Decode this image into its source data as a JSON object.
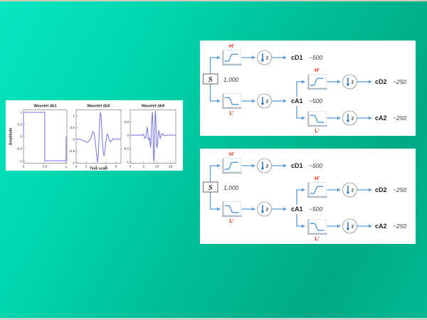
{
  "slide": {
    "background_from": "#07e6c1",
    "background_to": "#00aa85",
    "connector_color": "#5b9bd5",
    "filter_label_color": "#eb3323"
  },
  "figure": {
    "plots": [
      {
        "title": "Wavelet db1",
        "ylabel": "Amplitude",
        "xlabel": "",
        "xlim": [
          0,
          1.02
        ],
        "ylim": [
          -1.1,
          1.1
        ],
        "xticks": [
          0,
          0.5,
          1
        ],
        "xtick_labels": [
          "0",
          "0.5",
          "1"
        ],
        "yticks": [
          1,
          0.5,
          0,
          -0.5,
          -1
        ],
        "ytick_labels": [
          "1",
          "0.5",
          "0",
          "-0.5",
          "-1"
        ],
        "line_color": "#7d7de0",
        "points": [
          [
            0,
            0
          ],
          [
            0,
            1
          ],
          [
            0.5,
            1
          ],
          [
            0.5,
            -1
          ],
          [
            1,
            -1
          ],
          [
            1,
            0
          ]
        ]
      },
      {
        "title": "Wavelet db5",
        "ylabel": "",
        "xlabel": "Time scale",
        "xlim": [
          0,
          9
        ],
        "ylim": [
          -1.02,
          1.25
        ],
        "xticks": [
          0,
          2,
          4,
          6,
          8
        ],
        "xtick_labels": [
          "0",
          "2",
          "4",
          "6",
          "8"
        ],
        "yticks": [
          1,
          0.5,
          0,
          -0.5,
          -1
        ],
        "ytick_labels": [
          "1",
          "0.5",
          "0",
          "-0.5",
          "-1"
        ],
        "line_color": "#7d7de0",
        "points": [
          [
            0,
            0
          ],
          [
            0.6,
            0
          ],
          [
            1.2,
            -0.03
          ],
          [
            1.7,
            -0.09
          ],
          [
            2.1,
            -0.13
          ],
          [
            2.5,
            -0.1
          ],
          [
            2.9,
            0.03
          ],
          [
            3.15,
            0.18
          ],
          [
            3.35,
            0.33
          ],
          [
            3.55,
            0.3
          ],
          [
            3.75,
            0.05
          ],
          [
            3.95,
            -0.35
          ],
          [
            4.15,
            -0.8
          ],
          [
            4.3,
            -0.97
          ],
          [
            4.45,
            -0.7
          ],
          [
            4.6,
            0.1
          ],
          [
            4.75,
            0.9
          ],
          [
            4.85,
            1.15
          ],
          [
            5.0,
            1.0
          ],
          [
            5.15,
            0.45
          ],
          [
            5.3,
            -0.2
          ],
          [
            5.45,
            -0.6
          ],
          [
            5.6,
            -0.7
          ],
          [
            5.8,
            -0.45
          ],
          [
            6.0,
            -0.05
          ],
          [
            6.15,
            0.18
          ],
          [
            6.3,
            0.22
          ],
          [
            6.5,
            0.08
          ],
          [
            6.7,
            -0.08
          ],
          [
            6.9,
            -0.12
          ],
          [
            7.1,
            -0.06
          ],
          [
            7.4,
            0.01
          ],
          [
            7.8,
            0.02
          ],
          [
            8.2,
            0
          ],
          [
            9,
            0
          ]
        ]
      },
      {
        "title": "Wavelet db9",
        "ylabel": "",
        "xlabel": "",
        "xlim": [
          0,
          17
        ],
        "ylim": [
          -1.05,
          0.95
        ],
        "xticks": [
          0,
          5,
          10,
          15
        ],
        "xtick_labels": [
          "0",
          "5",
          "10",
          "15"
        ],
        "yticks": [
          0.5,
          0,
          -0.5,
          -1
        ],
        "ytick_labels": [
          "0.5",
          "0",
          "-0.5",
          "-1"
        ],
        "line_color": "#7d7de0",
        "points": [
          [
            0,
            0
          ],
          [
            3,
            0
          ],
          [
            3.8,
            0.01
          ],
          [
            4.3,
            -0.02
          ],
          [
            4.8,
            0.04
          ],
          [
            5.2,
            -0.02
          ],
          [
            5.5,
            -0.12
          ],
          [
            5.8,
            -0.1
          ],
          [
            6.05,
            0.12
          ],
          [
            6.25,
            0.3
          ],
          [
            6.45,
            0.25
          ],
          [
            6.65,
            0.02
          ],
          [
            6.85,
            -0.18
          ],
          [
            7.05,
            -0.16
          ],
          [
            7.25,
            -0.1
          ],
          [
            7.45,
            -0.35
          ],
          [
            7.6,
            -0.45
          ],
          [
            7.75,
            -0.2
          ],
          [
            7.95,
            0.4
          ],
          [
            8.15,
            0.78
          ],
          [
            8.3,
            0.85
          ],
          [
            8.45,
            0.4
          ],
          [
            8.6,
            -0.4
          ],
          [
            8.75,
            -0.9
          ],
          [
            8.85,
            -1.0
          ],
          [
            8.95,
            -0.75
          ],
          [
            9.1,
            0.1
          ],
          [
            9.25,
            0.7
          ],
          [
            9.4,
            0.9
          ],
          [
            9.55,
            0.6
          ],
          [
            9.7,
            0.05
          ],
          [
            9.85,
            -0.4
          ],
          [
            10.0,
            -0.48
          ],
          [
            10.2,
            -0.3
          ],
          [
            10.4,
            0.0
          ],
          [
            10.6,
            0.18
          ],
          [
            10.8,
            0.12
          ],
          [
            11.0,
            -0.05
          ],
          [
            11.2,
            -0.12
          ],
          [
            11.45,
            -0.05
          ],
          [
            11.7,
            0.05
          ],
          [
            12.0,
            0.06
          ],
          [
            12.4,
            0.0
          ],
          [
            12.9,
            -0.02
          ],
          [
            13.5,
            0
          ],
          [
            17,
            0
          ]
        ]
      }
    ]
  },
  "diagrams": [
    {
      "source": "S",
      "input_size": "1,000",
      "stage1_high_filter": "H'",
      "stage1_low_filter": "L'",
      "stage2_high_filter": "H'",
      "stage2_low_filter": "L'",
      "downsample_factor": "2",
      "cd1_label": "cD1",
      "cd1_size": "~500",
      "ca1_label": "cA1",
      "ca1_size": "~500",
      "cd2_label": "cD2",
      "cd2_size": "~250",
      "ca2_label": "cA2",
      "ca2_size": "~250"
    },
    {
      "source": "S",
      "input_size": "1,000",
      "stage1_high_filter": "H'",
      "stage1_low_filter": "L'",
      "stage2_high_filter": "H'",
      "stage2_low_filter": "L'",
      "downsample_factor": "2",
      "cd1_label": "cD1",
      "cd1_size": "~500",
      "ca1_label": "cA1",
      "ca1_size": "~500",
      "cd2_label": "cD2",
      "cd2_size": "~250",
      "ca2_label": "cA2",
      "ca2_size": "~250"
    }
  ]
}
